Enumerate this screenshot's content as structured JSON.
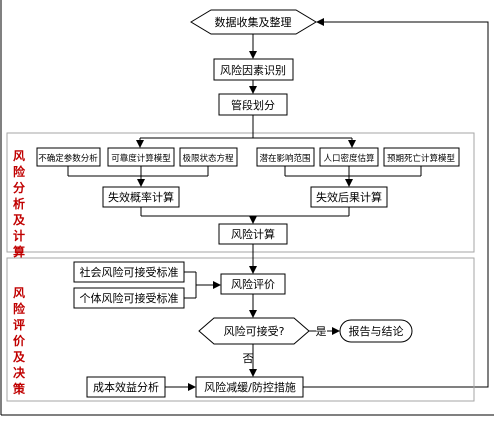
{
  "top": {
    "label": "数据收集及整理"
  },
  "steps": {
    "risk_factor": "风险因素识别",
    "pipe_segment": "管段划分"
  },
  "section1": {
    "title_chars": [
      "风",
      "险",
      "分",
      "析",
      "及",
      "计",
      "算"
    ],
    "prob_inputs": [
      "不确定参数分析",
      "可靠度计算模型",
      "极限状态方程"
    ],
    "cons_inputs": [
      "潜在影响范围",
      "人口密度估算",
      "预期死亡计算模型"
    ],
    "prob_calc": "失效概率计算",
    "cons_calc": "失效后果计算"
  },
  "risk_calc": "风险计算",
  "section2": {
    "title_chars": [
      "风",
      "险",
      "评",
      "价",
      "及",
      "决",
      "策"
    ],
    "social_standard": "社会风险可接受标准",
    "individual_standard": "个体风险可接受标准",
    "risk_eval": "风险评价",
    "decision": "风险可接受?",
    "yes_label": "是",
    "no_label": "否",
    "report": "报告与结论",
    "cost_benefit": "成本效益分析",
    "mitigation": "风险减缓/防控措施"
  },
  "colors": {
    "section_title": "#c00000",
    "stroke": "#000000",
    "section_border": "#a6a6a6"
  }
}
